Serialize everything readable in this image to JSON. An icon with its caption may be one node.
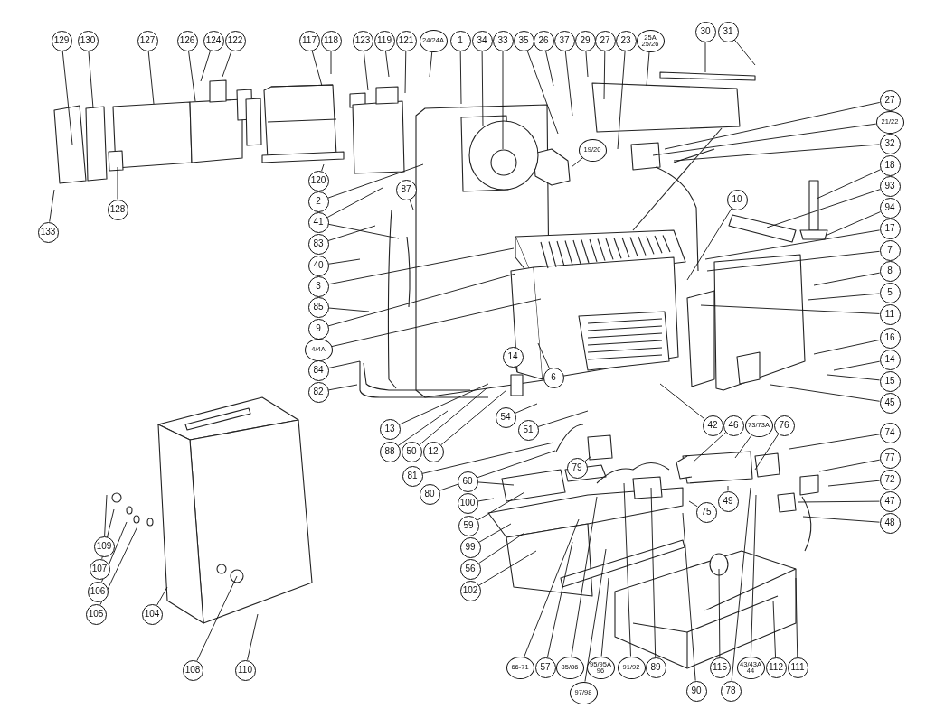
{
  "diagram": {
    "nodes": [
      {
        "text": [
          "129"
        ]
      },
      {
        "text": [
          "130"
        ]
      },
      {
        "text": [
          "127"
        ]
      },
      {
        "text": [
          "126"
        ]
      },
      {
        "text": [
          "124"
        ]
      },
      {
        "text": [
          "122"
        ]
      },
      {
        "text": [
          "117"
        ]
      },
      {
        "text": [
          "118"
        ]
      },
      {
        "text": [
          "123"
        ]
      },
      {
        "text": [
          "119"
        ]
      },
      {
        "text": [
          "121"
        ]
      },
      {
        "text": [
          "24/24A"
        ]
      },
      {
        "text": [
          "1"
        ]
      },
      {
        "text": [
          "34"
        ]
      },
      {
        "text": [
          "33"
        ]
      },
      {
        "text": [
          "35"
        ]
      },
      {
        "text": [
          "26"
        ]
      },
      {
        "text": [
          "37"
        ]
      },
      {
        "text": [
          "29"
        ]
      },
      {
        "text": [
          "27"
        ]
      },
      {
        "text": [
          "23"
        ]
      },
      {
        "text": [
          "25A 25/26"
        ]
      },
      {
        "text": [
          "30"
        ]
      },
      {
        "text": [
          "31"
        ]
      },
      {
        "text": [
          "133"
        ]
      },
      {
        "text": [
          "128"
        ]
      },
      {
        "text": [
          "120"
        ]
      },
      {
        "text": [
          "2"
        ]
      },
      {
        "text": [
          "41"
        ]
      },
      {
        "text": [
          "87"
        ]
      },
      {
        "text": [
          "83"
        ]
      },
      {
        "text": [
          "40"
        ]
      },
      {
        "text": [
          "3"
        ]
      },
      {
        "text": [
          "85"
        ]
      },
      {
        "text": [
          "9"
        ]
      },
      {
        "text": [
          "4/4A"
        ]
      },
      {
        "text": [
          "84"
        ]
      },
      {
        "text": [
          "82"
        ]
      },
      {
        "text": [
          "19/20"
        ]
      },
      {
        "text": [
          "27"
        ]
      },
      {
        "text": [
          "21/22"
        ]
      },
      {
        "text": [
          "32"
        ]
      },
      {
        "text": [
          "18"
        ]
      },
      {
        "text": [
          "93"
        ]
      },
      {
        "text": [
          "94"
        ]
      },
      {
        "text": [
          "10"
        ]
      },
      {
        "text": [
          "17"
        ]
      },
      {
        "text": [
          "7"
        ]
      },
      {
        "text": [
          "8"
        ]
      },
      {
        "text": [
          "5"
        ]
      },
      {
        "text": [
          "11"
        ]
      },
      {
        "text": [
          "16"
        ]
      },
      {
        "text": [
          "14"
        ]
      },
      {
        "text": [
          "15"
        ]
      },
      {
        "text": [
          "45"
        ]
      },
      {
        "text": [
          "14"
        ]
      },
      {
        "text": [
          "6"
        ]
      },
      {
        "text": [
          "13"
        ]
      },
      {
        "text": [
          "88"
        ]
      },
      {
        "text": [
          "50"
        ]
      },
      {
        "text": [
          "12"
        ]
      },
      {
        "text": [
          "54"
        ]
      },
      {
        "text": [
          "51"
        ]
      },
      {
        "text": [
          "42"
        ]
      },
      {
        "text": [
          "46"
        ]
      },
      {
        "text": [
          "73/73A"
        ]
      },
      {
        "text": [
          "76"
        ]
      },
      {
        "text": [
          "74"
        ]
      },
      {
        "text": [
          "77"
        ]
      },
      {
        "text": [
          "72"
        ]
      },
      {
        "text": [
          "47"
        ]
      },
      {
        "text": [
          "48"
        ]
      },
      {
        "text": [
          "81"
        ]
      },
      {
        "text": [
          "80"
        ]
      },
      {
        "text": [
          "79"
        ]
      },
      {
        "text": [
          "60"
        ]
      },
      {
        "text": [
          "100"
        ]
      },
      {
        "text": [
          "59"
        ]
      },
      {
        "text": [
          "99"
        ]
      },
      {
        "text": [
          "56"
        ]
      },
      {
        "text": [
          "102"
        ]
      },
      {
        "text": [
          "49"
        ]
      },
      {
        "text": [
          "75"
        ]
      },
      {
        "text": [
          "109"
        ]
      },
      {
        "text": [
          "107"
        ]
      },
      {
        "text": [
          "106"
        ]
      },
      {
        "text": [
          "105"
        ]
      },
      {
        "text": [
          "104"
        ]
      },
      {
        "text": [
          "108"
        ]
      },
      {
        "text": [
          "110"
        ]
      },
      {
        "text": [
          "66-71"
        ]
      },
      {
        "text": [
          "57"
        ]
      },
      {
        "text": [
          "85/86"
        ]
      },
      {
        "text": [
          "97/98"
        ]
      },
      {
        "text": [
          "95/95A 96"
        ]
      },
      {
        "text": [
          "91/92"
        ]
      },
      {
        "text": [
          "89"
        ]
      },
      {
        "text": [
          "90"
        ]
      },
      {
        "text": [
          "115"
        ]
      },
      {
        "text": [
          "78"
        ]
      },
      {
        "text": [
          "43/43A 44"
        ]
      },
      {
        "text": [
          "112"
        ]
      },
      {
        "text": [
          "111"
        ]
      }
    ],
    "edges": [
      {
        "from": 0,
        "to": null,
        "arrow": "none"
      },
      {
        "from": 1,
        "to": null,
        "arrow": "none"
      },
      {
        "from": 2,
        "to": null,
        "arrow": "none"
      },
      {
        "from": 3,
        "to": null,
        "arrow": "none"
      },
      {
        "from": 4,
        "to": null,
        "arrow": "none"
      },
      {
        "from": 5,
        "to": null,
        "arrow": "none"
      },
      {
        "from": 6,
        "to": null,
        "arrow": "none"
      },
      {
        "from": 7,
        "to": null,
        "arrow": "none"
      },
      {
        "from": 8,
        "to": null,
        "arrow": "none"
      },
      {
        "from": 9,
        "to": null,
        "arrow": "none"
      },
      {
        "from": 10,
        "to": null,
        "arrow": "none"
      },
      {
        "from": 11,
        "to": null,
        "arrow": "none"
      },
      {
        "from": 12,
        "to": null,
        "arrow": "none"
      },
      {
        "from": 13,
        "to": null,
        "arrow": "none"
      },
      {
        "from": 14,
        "to": null,
        "arrow": "none"
      },
      {
        "from": 15,
        "to": null,
        "arrow": "none"
      },
      {
        "from": 16,
        "to": null,
        "arrow": "none"
      },
      {
        "from": 17,
        "to": null,
        "arrow": "none"
      },
      {
        "from": 18,
        "to": null,
        "arrow": "none"
      },
      {
        "from": 19,
        "to": null,
        "arrow": "none"
      },
      {
        "from": 20,
        "to": null,
        "arrow": "none"
      },
      {
        "from": 21,
        "to": null,
        "arrow": "none"
      },
      {
        "from": 22,
        "to": null,
        "arrow": "none"
      },
      {
        "from": 23,
        "to": null,
        "arrow": "none"
      },
      {
        "from": 24,
        "to": null,
        "arrow": "none"
      },
      {
        "from": 25,
        "to": null,
        "arrow": "none"
      },
      {
        "from": 26,
        "to": null,
        "arrow": "none"
      },
      {
        "from": 27,
        "to": null,
        "arrow": "none"
      },
      {
        "from": 28,
        "to": null,
        "arrow": "none"
      },
      {
        "from": 28,
        "to": null,
        "arrow": "none"
      },
      {
        "from": 29,
        "to": null,
        "arrow": "none"
      },
      {
        "from": 30,
        "to": null,
        "arrow": "none"
      },
      {
        "from": 31,
        "to": null,
        "arrow": "none"
      },
      {
        "from": 32,
        "to": null,
        "arrow": "none"
      },
      {
        "from": 33,
        "to": null,
        "arrow": "none"
      },
      {
        "from": 34,
        "to": null,
        "arrow": "none"
      },
      {
        "from": 35,
        "to": null,
        "arrow": "none"
      },
      {
        "from": 36,
        "to": null,
        "arrow": "none"
      },
      {
        "from": 37,
        "to": null,
        "arrow": "none"
      },
      {
        "from": 38,
        "to": null,
        "arrow": "none"
      },
      {
        "from": 39,
        "to": null,
        "arrow": "none"
      },
      {
        "from": 40,
        "to": null,
        "arrow": "none"
      },
      {
        "from": 41,
        "to": null,
        "arrow": "none"
      },
      {
        "from": 42,
        "to": null,
        "arrow": "none"
      },
      {
        "from": 43,
        "to": null,
        "arrow": "none"
      },
      {
        "from": 44,
        "to": null,
        "arrow": "none"
      },
      {
        "from": 45,
        "to": null,
        "arrow": "none"
      },
      {
        "from": 46,
        "to": null,
        "arrow": "none"
      },
      {
        "from": 47,
        "to": null,
        "arrow": "none"
      },
      {
        "from": 48,
        "to": null,
        "arrow": "none"
      },
      {
        "from": 49,
        "to": null,
        "arrow": "none"
      },
      {
        "from": 50,
        "to": null,
        "arrow": "none"
      },
      {
        "from": 51,
        "to": null,
        "arrow": "none"
      },
      {
        "from": 52,
        "to": null,
        "arrow": "none"
      },
      {
        "from": 53,
        "to": null,
        "arrow": "none"
      },
      {
        "from": 54,
        "to": null,
        "arrow": "none"
      },
      {
        "from": 55,
        "to": null,
        "arrow": "none"
      },
      {
        "from": 56,
        "to": null,
        "arrow": "none"
      },
      {
        "from": 57,
        "to": null,
        "arrow": "none"
      },
      {
        "from": 58,
        "to": null,
        "arrow": "none"
      },
      {
        "from": 59,
        "to": null,
        "arrow": "none"
      },
      {
        "from": 60,
        "to": null,
        "arrow": "none"
      },
      {
        "from": 61,
        "to": null,
        "arrow": "none"
      },
      {
        "from": 62,
        "to": null,
        "arrow": "none"
      },
      {
        "from": 63,
        "to": null,
        "arrow": "none"
      },
      {
        "from": 64,
        "to": null,
        "arrow": "none"
      },
      {
        "from": 65,
        "to": null,
        "arrow": "none"
      },
      {
        "from": 66,
        "to": null,
        "arrow": "none"
      },
      {
        "from": 67,
        "to": null,
        "arrow": "none"
      },
      {
        "from": 68,
        "to": null,
        "arrow": "none"
      },
      {
        "from": 69,
        "to": null,
        "arrow": "none"
      },
      {
        "from": 70,
        "to": null,
        "arrow": "none"
      },
      {
        "from": 71,
        "to": null,
        "arrow": "none"
      },
      {
        "from": 72,
        "to": null,
        "arrow": "none"
      },
      {
        "from": 73,
        "to": null,
        "arrow": "none"
      },
      {
        "from": 74,
        "to": null,
        "arrow": "none"
      },
      {
        "from": 75,
        "to": null,
        "arrow": "none"
      },
      {
        "from": 76,
        "to": null,
        "arrow": "none"
      },
      {
        "from": 77,
        "to": null,
        "arrow": "none"
      },
      {
        "from": 78,
        "to": null,
        "arrow": "none"
      },
      {
        "from": 79,
        "to": null,
        "arrow": "none"
      },
      {
        "from": 80,
        "to": null,
        "arrow": "none"
      },
      {
        "from": 81,
        "to": null,
        "arrow": "none"
      },
      {
        "from": 82,
        "to": null,
        "arrow": "none"
      },
      {
        "from": 83,
        "to": null,
        "arrow": "none"
      },
      {
        "from": 84,
        "to": null,
        "arrow": "none"
      },
      {
        "from": 85,
        "to": null,
        "arrow": "none"
      },
      {
        "from": 86,
        "to": null,
        "arrow": "none"
      },
      {
        "from": 87,
        "to": null,
        "arrow": "none"
      },
      {
        "from": 88,
        "to": null,
        "arrow": "none"
      },
      {
        "from": 89,
        "to": null,
        "arrow": "none"
      },
      {
        "from": 90,
        "to": null,
        "arrow": "none"
      },
      {
        "from": 91,
        "to": null,
        "arrow": "none"
      },
      {
        "from": 92,
        "to": null,
        "arrow": "none"
      },
      {
        "from": 93,
        "to": null,
        "arrow": "none"
      },
      {
        "from": 94,
        "to": null,
        "arrow": "none"
      },
      {
        "from": 95,
        "to": null,
        "arrow": "none"
      },
      {
        "from": 96,
        "to": null,
        "arrow": "none"
      },
      {
        "from": 97,
        "to": null,
        "arrow": "none"
      },
      {
        "from": 98,
        "to": null,
        "arrow": "none"
      },
      {
        "from": 99,
        "to": null,
        "arrow": "none"
      },
      {
        "from": 100,
        "to": null,
        "arrow": "none"
      },
      {
        "from": 101,
        "to": null,
        "arrow": "none"
      },
      {
        "from": 102,
        "to": null,
        "arrow": "none"
      }
    ]
  }
}
